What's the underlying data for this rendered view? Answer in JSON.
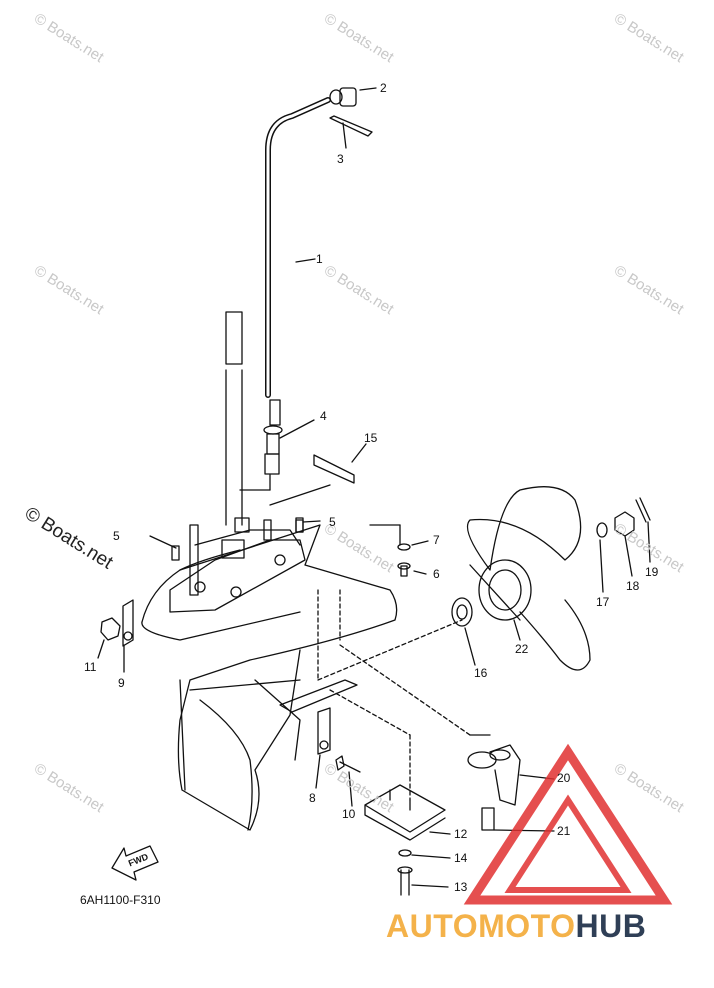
{
  "watermark": "© Boats.net",
  "drawing_code": "6AH1100-F310",
  "fwd_label": "FWD",
  "logo": {
    "part1": "AUTOMOTO",
    "part2": "HUB",
    "color1": "#f4b24a",
    "color2": "#2f3f56",
    "triangle_color": "#e03030"
  },
  "callouts": [
    "1",
    "2",
    "3",
    "4",
    "5",
    "5",
    "6",
    "7",
    "8",
    "9",
    "10",
    "11",
    "12",
    "13",
    "14",
    "15",
    "16",
    "17",
    "18",
    "19",
    "20",
    "21",
    "22"
  ]
}
